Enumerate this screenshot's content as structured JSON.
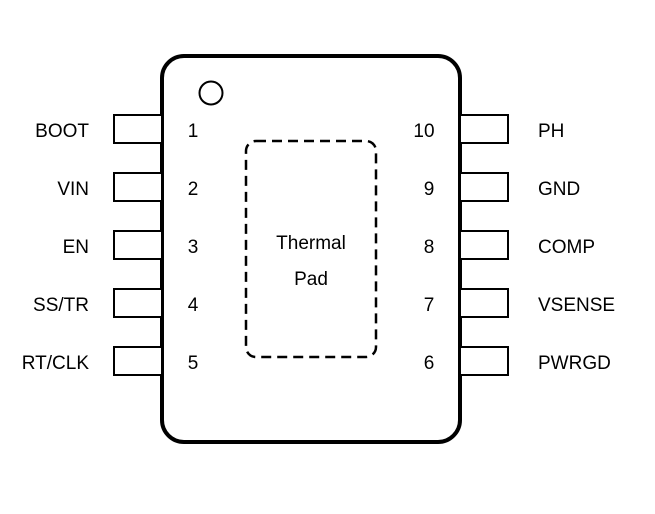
{
  "package": {
    "thermal_pad": {
      "line1": "Thermal",
      "line2": "Pad"
    },
    "pins_left": [
      {
        "number": "1",
        "name": "BOOT"
      },
      {
        "number": "2",
        "name": "VIN"
      },
      {
        "number": "3",
        "name": "EN"
      },
      {
        "number": "4",
        "name": "SS/TR"
      },
      {
        "number": "5",
        "name": "RT/CLK"
      }
    ],
    "pins_right": [
      {
        "number": "10",
        "name": "PH"
      },
      {
        "number": "9",
        "name": "GND"
      },
      {
        "number": "8",
        "name": "COMP"
      },
      {
        "number": "7",
        "name": "VSENSE"
      },
      {
        "number": "6",
        "name": "PWRGD"
      }
    ]
  },
  "colors": {
    "stroke": "#000000",
    "background": "#ffffff"
  }
}
